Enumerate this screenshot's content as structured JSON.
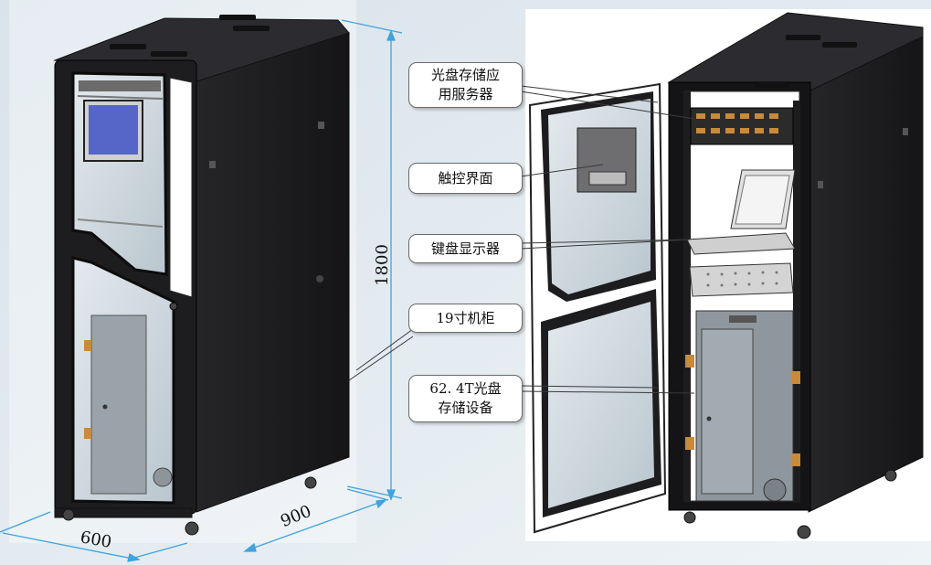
{
  "dimensions": {
    "height": "1800",
    "width": "600",
    "depth": "900",
    "line_color": "#3fa3df"
  },
  "callouts": {
    "server": {
      "line1": "光盘存储应",
      "line2": "用服务器"
    },
    "touch": {
      "label": "触控界面"
    },
    "kvm": {
      "label": "键盘显示器"
    },
    "cabinet": {
      "label": "19寸机柜"
    },
    "storage": {
      "line1": "62. 4T光盘",
      "line2": "存储设备"
    }
  },
  "colors": {
    "cabinet_body": "#1d1d1f",
    "glass": "#cfd8de",
    "screen": "#5566c8",
    "hinge": "#c98a3a"
  }
}
